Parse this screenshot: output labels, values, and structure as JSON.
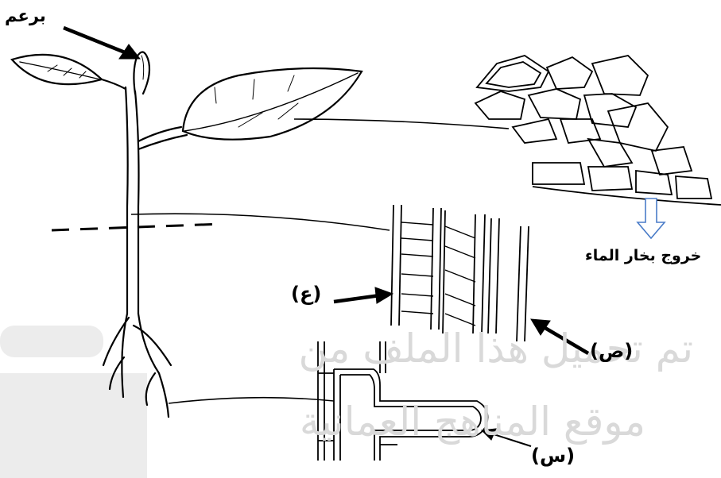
{
  "labels": {
    "bud": "برعم",
    "vapor_exit": "خروج بخار الماء",
    "vessel_ain": "(ع)",
    "vessel_sad": "(ص)",
    "root_hair_sin": "(س)"
  },
  "watermark": {
    "line1": "تم تحميل هذا الملف من",
    "line2": "موقع المناهج العمانية"
  },
  "colors": {
    "ink": "#000000",
    "arrow_outline": "#4a7cc8",
    "watermark": "#d9d9d9"
  }
}
